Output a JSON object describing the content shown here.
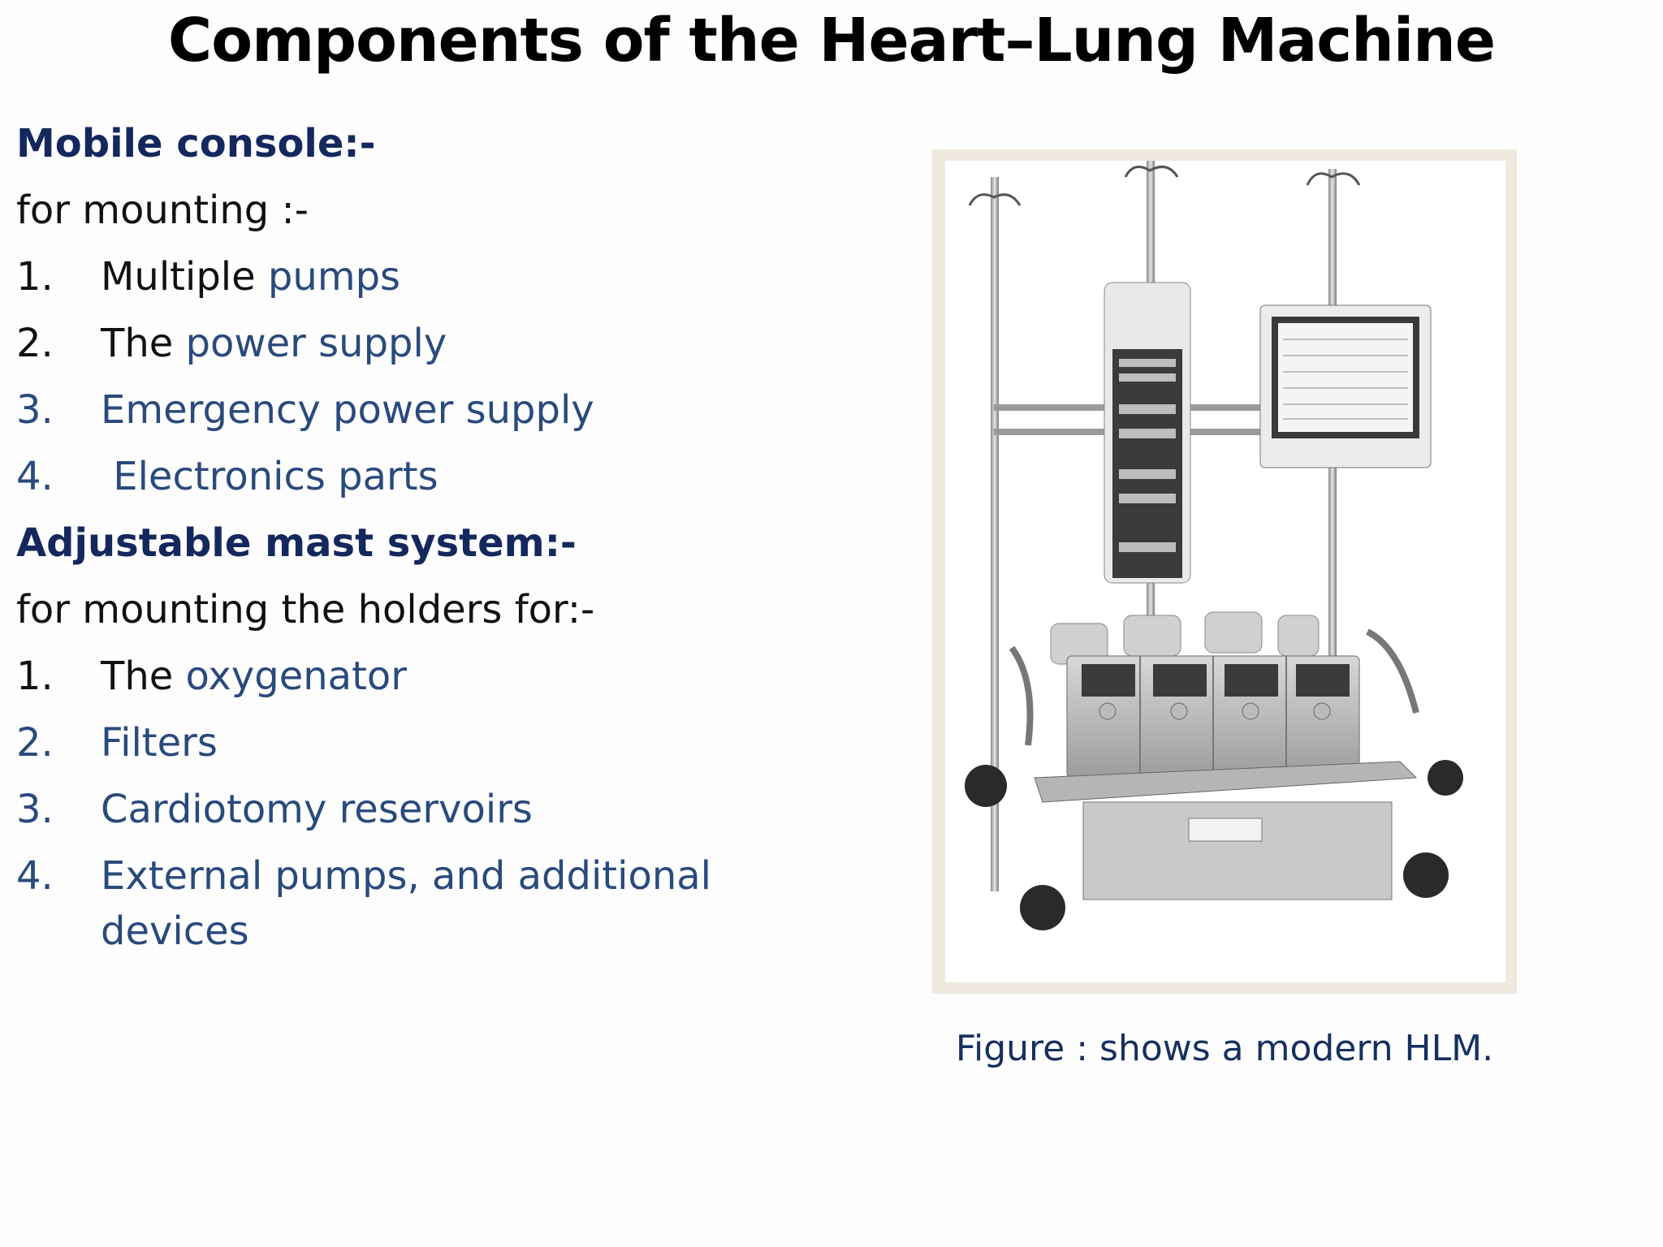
{
  "slide": {
    "title": "Components of the Heart–Lung Machine",
    "sections": [
      {
        "heading": "Mobile console:-",
        "intro": "for mounting :-",
        "items": [
          {
            "num": "1.",
            "prefix": "Multiple ",
            "term": "pumps"
          },
          {
            "num": "2.",
            "prefix": "The ",
            "term": "power supply"
          },
          {
            "num": "3.",
            "prefix": "",
            "term": "Emergency power supply"
          },
          {
            "num": "4.",
            "prefix": "",
            "term": " Electronics parts"
          }
        ]
      },
      {
        "heading": "Adjustable mast system:-",
        "intro": "for mounting the holders for:-",
        "items": [
          {
            "num": "1.",
            "prefix": "The ",
            "term": "oxygenator"
          },
          {
            "num": "2.",
            "prefix": "",
            "term": "Filters"
          },
          {
            "num": "3.",
            "prefix": "",
            "term": "Cardiotomy reservoirs"
          },
          {
            "num": "4.",
            "prefix": "",
            "term": "External pumps, and additional devices"
          }
        ]
      }
    ],
    "figure": {
      "caption": "Figure : shows a modern HLM.",
      "image_subject": "heart-lung-machine"
    }
  },
  "colors": {
    "heading": "#14285e",
    "term": "#2a4a7c",
    "body": "#111111",
    "frame": "#efe9e0",
    "caption": "#16305f"
  }
}
